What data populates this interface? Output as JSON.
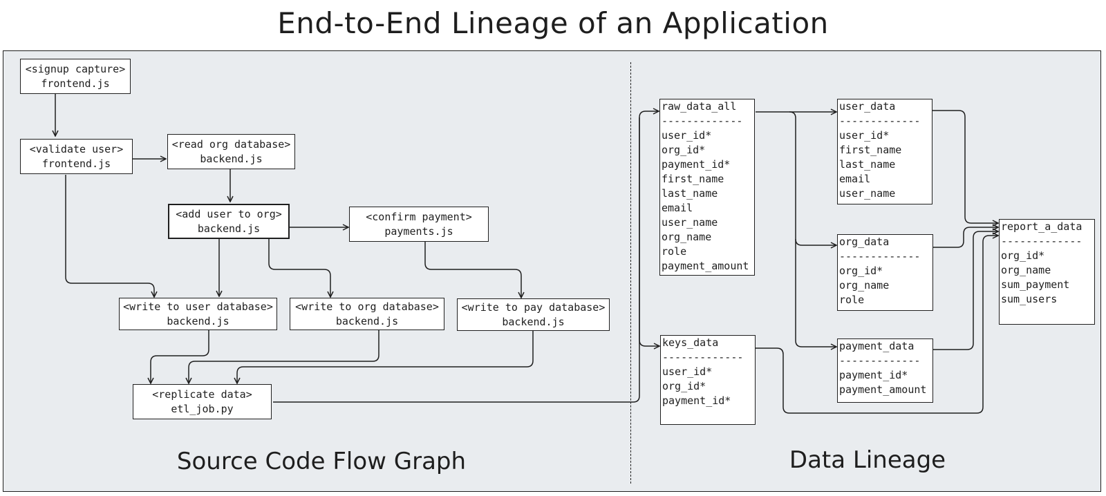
{
  "title": "End-to-End Lineage of an Application",
  "sections": {
    "left": "Source Code Flow Graph",
    "right": "Data Lineage"
  },
  "flow_nodes": {
    "signup": {
      "label": "<signup capture>",
      "file": "frontend.js"
    },
    "validate": {
      "label": "<validate user>",
      "file": "frontend.js"
    },
    "read_org": {
      "label": "<read org database>",
      "file": "backend.js"
    },
    "add_user": {
      "label": "<add user to org>",
      "file": "backend.js"
    },
    "confirm_payment": {
      "label": "<confirm payment>",
      "file": "payments.js"
    },
    "write_user": {
      "label": "<write to user database>",
      "file": "backend.js"
    },
    "write_org": {
      "label": "<write to org database>",
      "file": "backend.js"
    },
    "write_pay": {
      "label": "<write to pay database>",
      "file": "backend.js"
    },
    "replicate": {
      "label": "<replicate data>",
      "file": "etl_job.py"
    }
  },
  "tables": {
    "raw_data_all": {
      "name": "raw_data_all",
      "separator": "-------------",
      "fields": [
        "user_id*",
        "org_id*",
        "payment_id*",
        "first_name",
        "last_name",
        "email",
        "user_name",
        "org_name",
        "role",
        "payment_amount"
      ]
    },
    "keys_data": {
      "name": "keys_data",
      "separator": "-------------",
      "fields": [
        "user_id*",
        "org_id*",
        "payment_id*"
      ]
    },
    "user_data": {
      "name": "user_data",
      "separator": "-------------",
      "fields": [
        "user_id*",
        "first_name",
        "last_name",
        "email",
        "user_name"
      ]
    },
    "org_data": {
      "name": "org_data",
      "separator": "-------------",
      "fields": [
        "org_id*",
        "org_name",
        "role"
      ]
    },
    "payment_data": {
      "name": "payment_data",
      "separator": "-------------",
      "fields": [
        "payment_id*",
        "payment_amount"
      ]
    },
    "report_a_data": {
      "name": "report_a_data",
      "separator": "-------------",
      "fields": [
        "org_id*",
        "org_name",
        "sum_payment",
        "sum_users"
      ]
    }
  },
  "colors": {
    "panel": "#e9ecef",
    "stroke": "#1e1e1e",
    "box": "#ffffff"
  }
}
